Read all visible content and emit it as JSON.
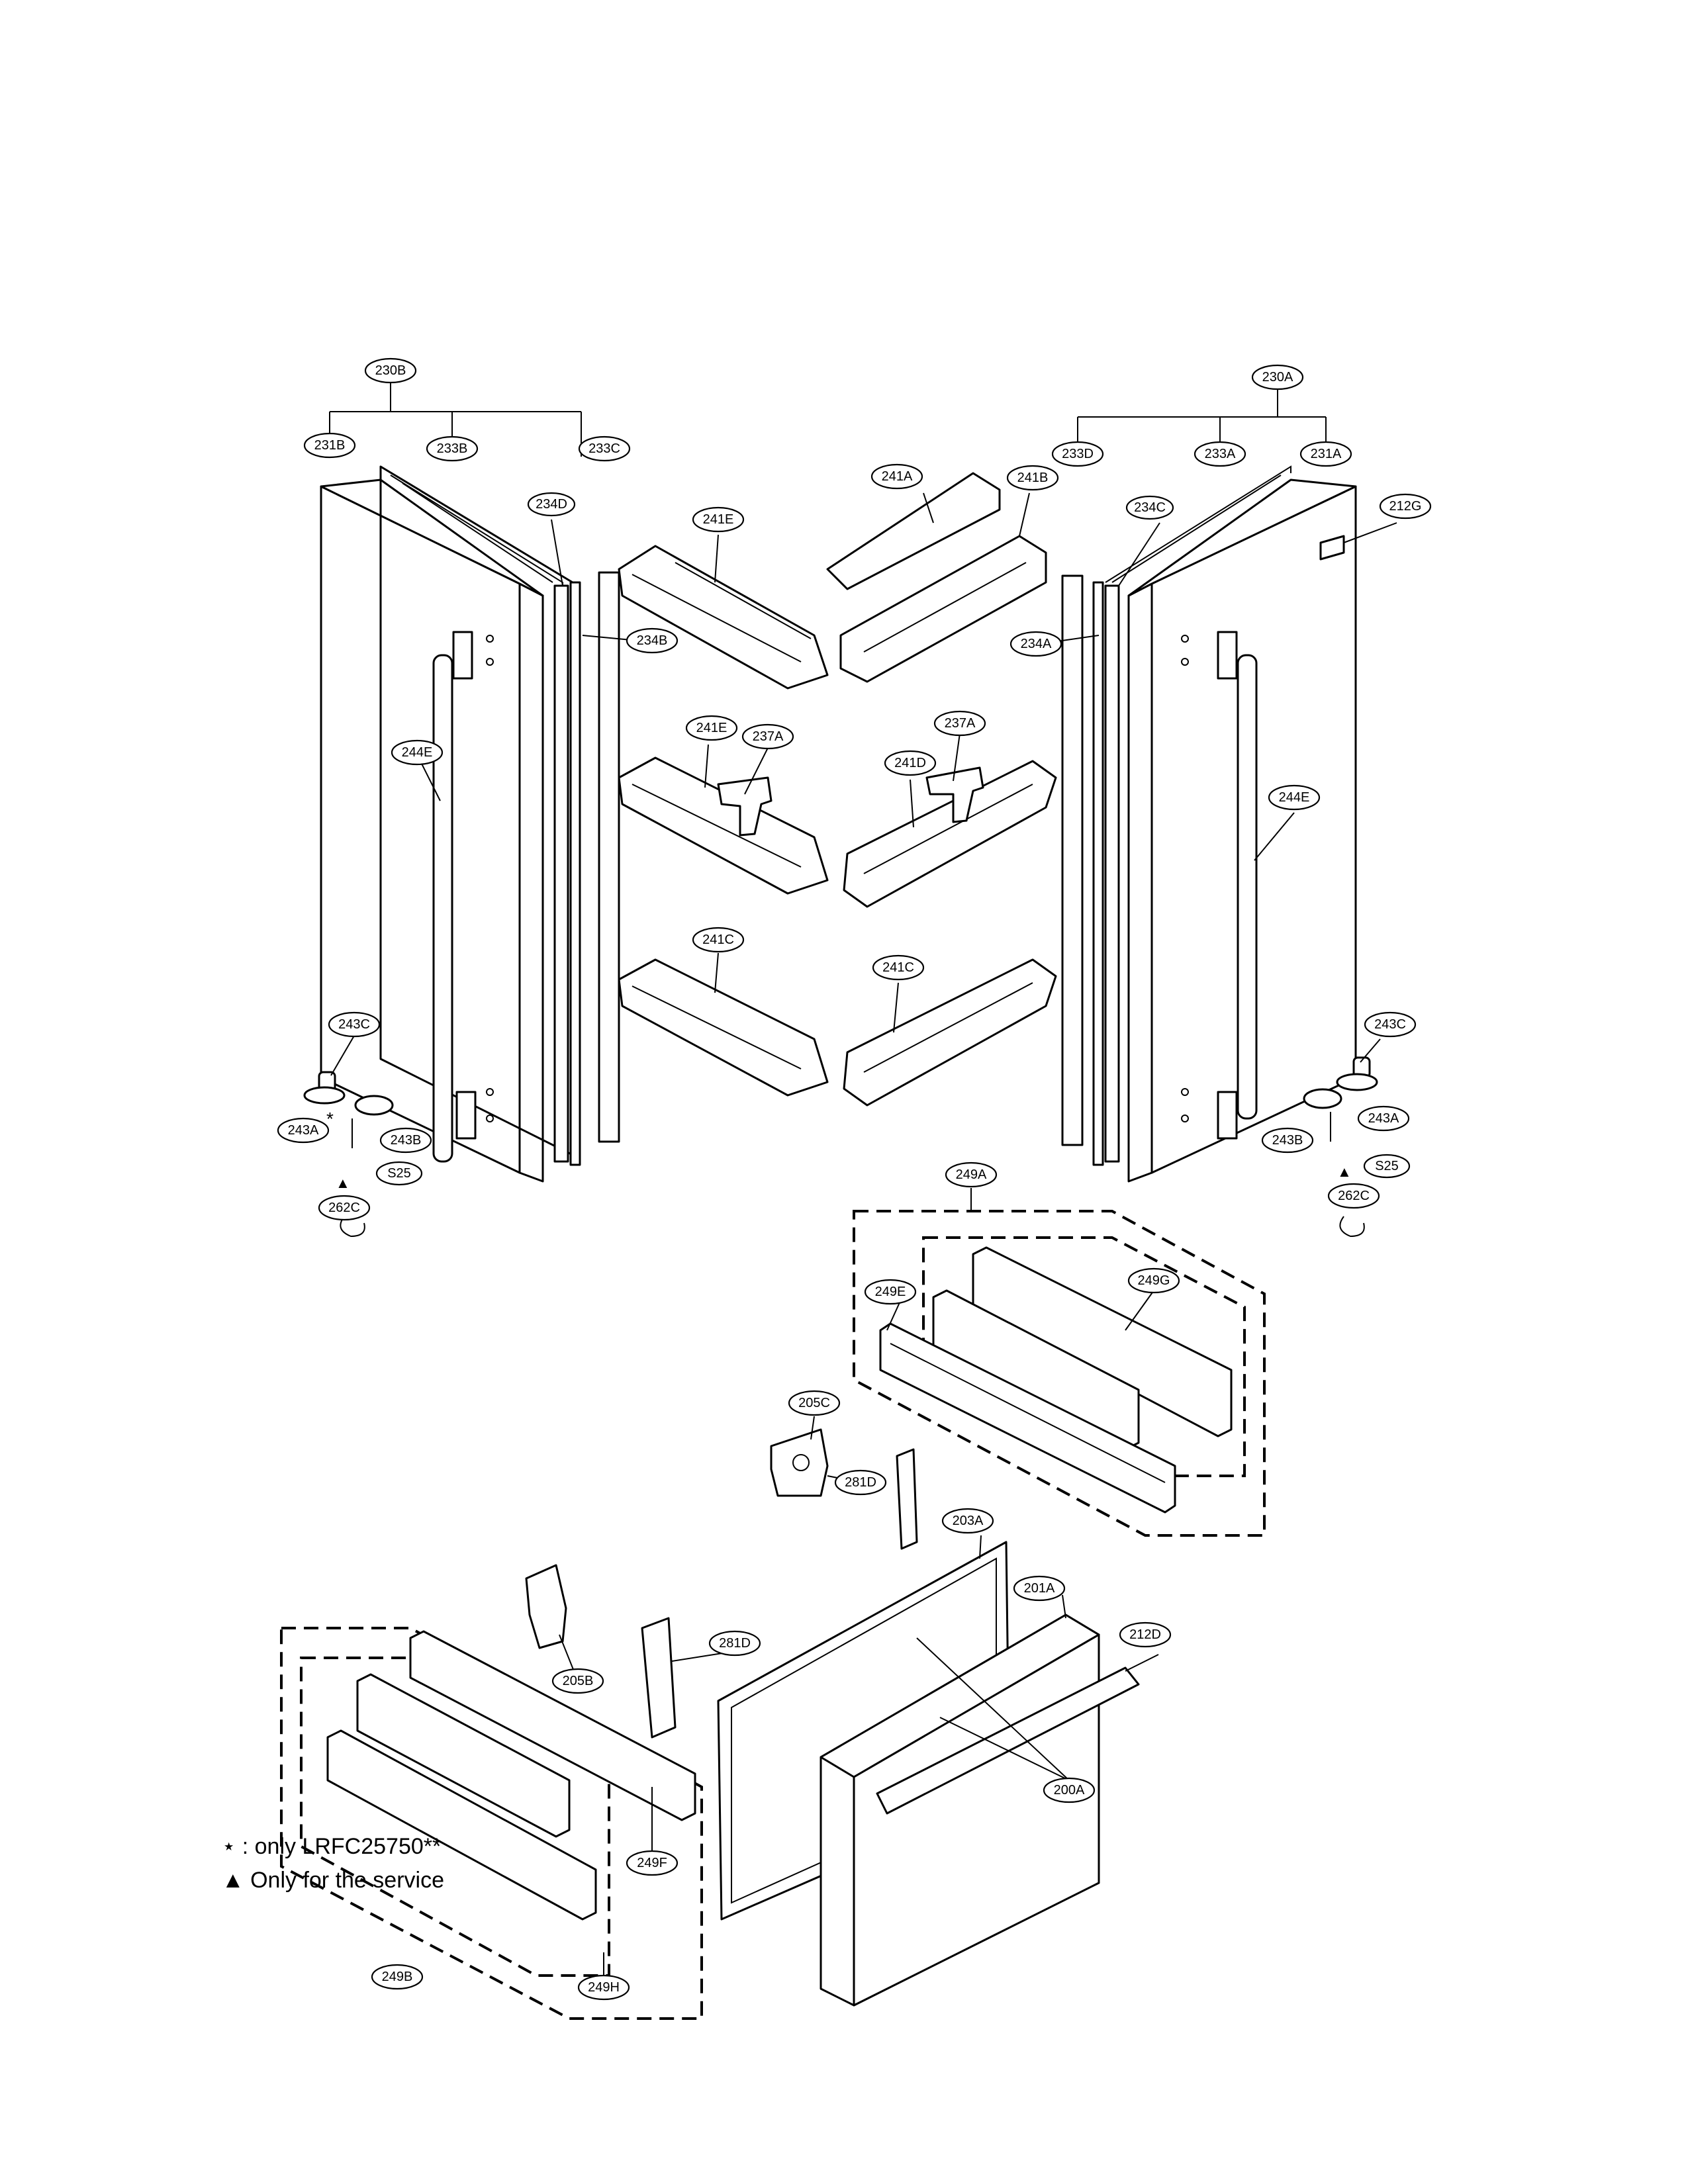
{
  "labels": {
    "230B": "230B",
    "231B": "231B",
    "233B": "233B",
    "233C": "233C",
    "234D": "234D",
    "234B": "234B",
    "244E_left": "244E",
    "243C_left": "243C",
    "243A_left": "243A",
    "243B_left": "243B",
    "S25_left": "S25",
    "262C_left": "262C",
    "241E_top": "241E",
    "241A": "241A",
    "241B": "241B",
    "241E_mid": "241E",
    "237A_left": "237A",
    "237A_right": "237A",
    "241D": "241D",
    "241C_left": "241C",
    "241C_right": "241C",
    "230A": "230A",
    "233D": "233D",
    "233A": "233A",
    "231A": "231A",
    "212G": "212G",
    "234C": "234C",
    "234A": "234A",
    "244E_right": "244E",
    "243C_right": "243C",
    "243A_right": "243A",
    "243B_right": "243B",
    "S25_right": "S25",
    "262C_right": "262C",
    "249A": "249A",
    "249G": "249G",
    "249E": "249E",
    "205C": "205C",
    "281D_top": "281D",
    "203A": "203A",
    "201A": "201A",
    "212D": "212D",
    "205B": "205B",
    "281D_mid": "281D",
    "200A": "200A",
    "249F": "249F",
    "249B": "249B",
    "249H": "249H"
  },
  "markers": {
    "asterisk": "*",
    "triangle_left": "▲",
    "triangle_right": "▲"
  },
  "legend": {
    "line1": "⋆ : only LRFC25750**",
    "line2": "▲ Only for the service"
  }
}
